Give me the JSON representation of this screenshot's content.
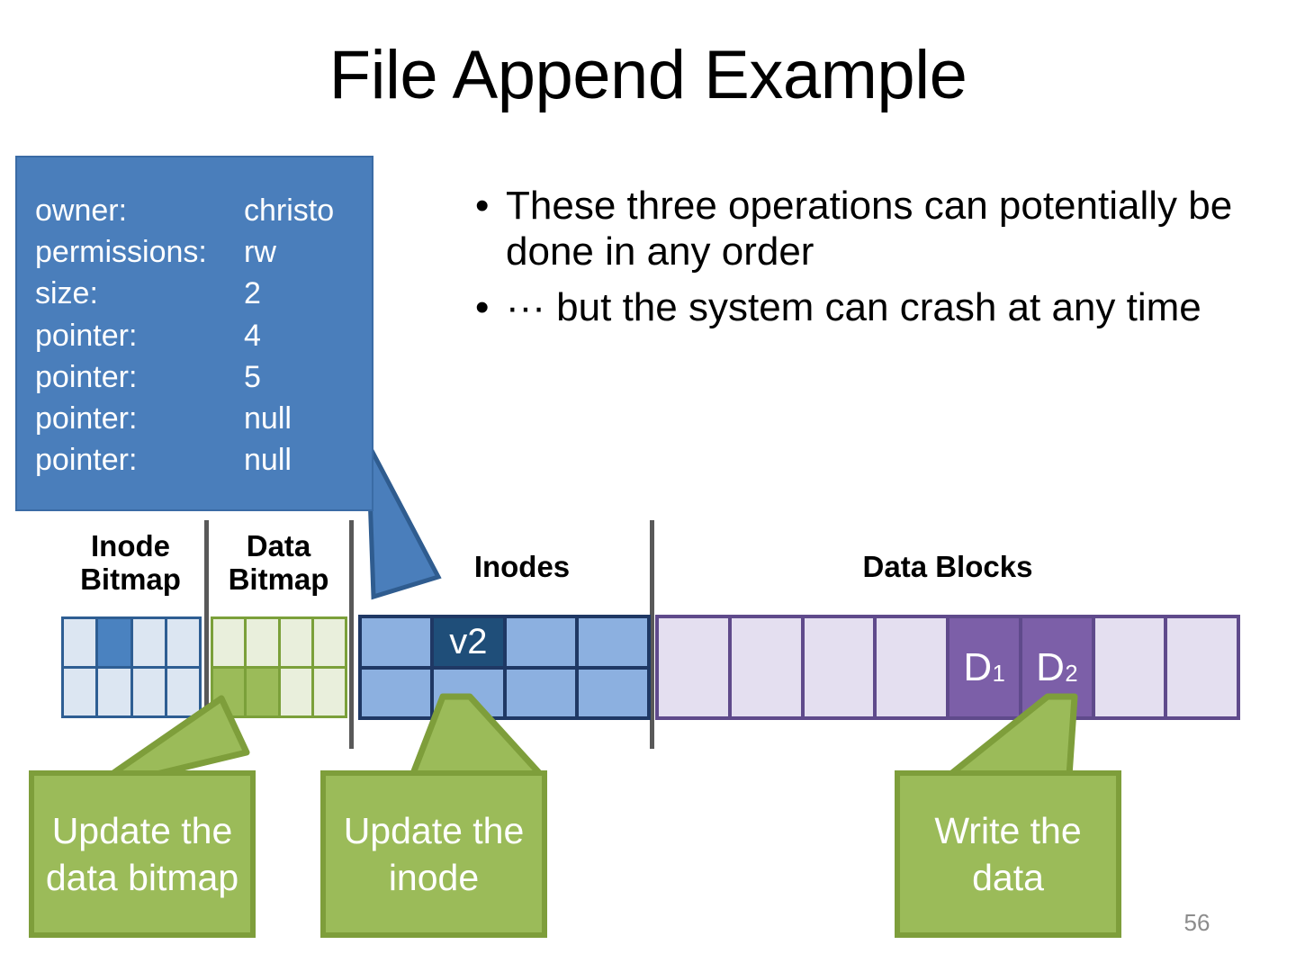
{
  "slide": {
    "title": "File Append Example",
    "number": "56"
  },
  "inode_callout": {
    "rows": [
      {
        "key": "owner:",
        "value": "christo"
      },
      {
        "key": "permissions:",
        "value": "rw"
      },
      {
        "key": "size:",
        "value": "2"
      },
      {
        "key": "pointer:",
        "value": "4"
      },
      {
        "key": "pointer:",
        "value": "5"
      },
      {
        "key": "pointer:",
        "value": "null"
      },
      {
        "key": "pointer:",
        "value": "null"
      }
    ],
    "fill_color": "#4a7ebb",
    "text_color": "#ffffff"
  },
  "bullets": [
    {
      "marker": "•",
      "text": "These three operations can potentially be done in any order"
    },
    {
      "marker": "•",
      "text": "··· but the system can crash at any time"
    }
  ],
  "disk_layout": {
    "labels": {
      "inode_bitmap": "Inode\nBitmap",
      "inode_bitmap_line1": "Inode",
      "inode_bitmap_line2": "Bitmap",
      "data_bitmap_line1": "Data",
      "data_bitmap_line2": "Bitmap",
      "inodes": "Inodes",
      "data_blocks": "Data Blocks"
    },
    "inode_bitmap": {
      "columns": 4,
      "rows": 2,
      "cells": [
        [
          0,
          1,
          0,
          0
        ],
        [
          0,
          0,
          0,
          0
        ]
      ],
      "on_color": "#4a82c0",
      "off_color": "#dce6f2",
      "border_color": "#2e5e93"
    },
    "data_bitmap": {
      "columns": 4,
      "rows": 2,
      "cells": [
        [
          0,
          0,
          0,
          0
        ],
        [
          1,
          1,
          0,
          0
        ]
      ],
      "on_color": "#9bbb59",
      "off_color": "#e9efdc",
      "border_color": "#7ba03a"
    },
    "inodes": {
      "columns": 4,
      "rows": 2,
      "cells": [
        [
          {
            "on": 0,
            "label": ""
          },
          {
            "on": 1,
            "label": "v2"
          },
          {
            "on": 0,
            "label": ""
          },
          {
            "on": 0,
            "label": ""
          }
        ],
        [
          {
            "on": 0,
            "label": ""
          },
          {
            "on": 0,
            "label": ""
          },
          {
            "on": 0,
            "label": ""
          },
          {
            "on": 0,
            "label": ""
          }
        ]
      ],
      "on_color": "#1f4e79",
      "off_color": "#8cb0e0",
      "border_color": "#1f3864"
    },
    "data_blocks": {
      "columns": 8,
      "rows": 1,
      "cells": [
        {
          "on": 0,
          "label": "",
          "sub": ""
        },
        {
          "on": 0,
          "label": "",
          "sub": ""
        },
        {
          "on": 0,
          "label": "",
          "sub": ""
        },
        {
          "on": 0,
          "label": "",
          "sub": ""
        },
        {
          "on": 1,
          "label": "D",
          "sub": "1"
        },
        {
          "on": 1,
          "label": "D",
          "sub": "2"
        },
        {
          "on": 0,
          "label": "",
          "sub": ""
        },
        {
          "on": 0,
          "label": "",
          "sub": ""
        }
      ],
      "on_color": "#7c5fa8",
      "off_color": "#e4dff0",
      "border_color": "#5f4a8b"
    }
  },
  "green_callouts": [
    {
      "text": "Update the data bitmap",
      "target": "data-bitmap"
    },
    {
      "text": "Update the inode",
      "target": "inodes"
    },
    {
      "text": "Write the data",
      "target": "data-blocks"
    }
  ],
  "colors": {
    "green_fill": "#9bbb59",
    "green_border": "#7e9e3b",
    "blue_fill": "#4a7ebb",
    "blue_border": "#3a6ba5",
    "separator": "#595959",
    "slide_number": "#8c8c8c"
  }
}
